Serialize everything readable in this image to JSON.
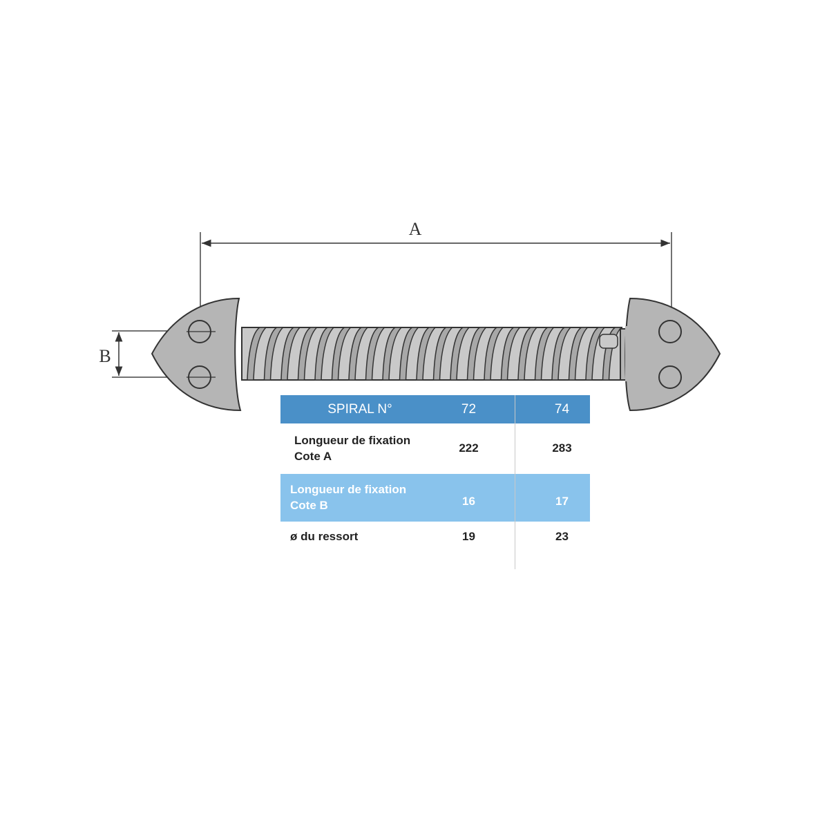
{
  "dimensions": {
    "a": "A",
    "b": "B"
  },
  "colors": {
    "header": "#4a90c8",
    "band": "#89c3ec",
    "part_fill": "#b5b5b5",
    "outline": "#333333"
  },
  "table": {
    "header": {
      "label": "SPIRAL N°",
      "v1": "72",
      "v2": "74"
    },
    "rows": [
      {
        "label": "Longueur de fixation\nCote A",
        "v1": "222",
        "v2": "283"
      },
      {
        "label": "Longueur de fixation\nCote B",
        "v1": "16",
        "v2": "17"
      },
      {
        "label": "ø du ressort",
        "v1": "19",
        "v2": "23"
      }
    ]
  }
}
